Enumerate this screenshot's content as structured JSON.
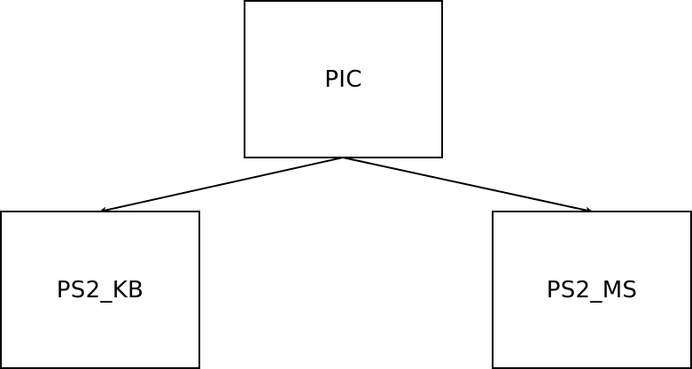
{
  "nodes": {
    "pic": {
      "label": "PIC"
    },
    "ps2_kb": {
      "label": "PS2_KB"
    },
    "ps2_ms": {
      "label": "PS2_MS"
    }
  },
  "edges": [
    {
      "from": "PIC",
      "to": "PS2_KB",
      "arrow": "end"
    },
    {
      "from": "PIC",
      "to": "PS2_MS",
      "arrow": "end"
    }
  ],
  "colors": {
    "stroke": "#000000",
    "fill": "#ffffff"
  }
}
